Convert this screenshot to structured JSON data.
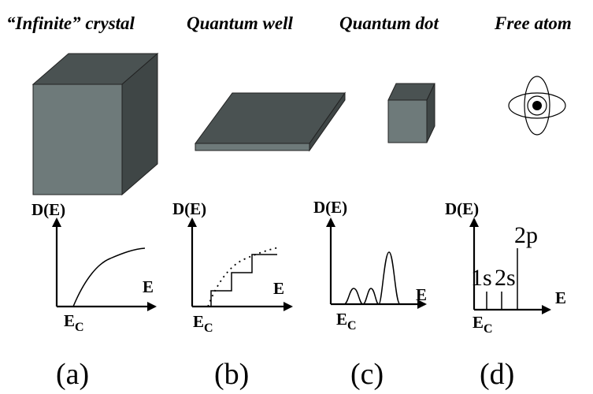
{
  "titles": {
    "crystal": "“Infinite” crystal",
    "well": "Quantum well",
    "dot": "Quantum dot",
    "atom": "Free atom"
  },
  "axes": {
    "y_label": "D(E)",
    "x_label": "E",
    "ec_main": "E",
    "ec_sub": "C"
  },
  "atom_levels": {
    "s1": "1s",
    "s2": "2s",
    "p2": "2p"
  },
  "panels": {
    "a": "(a)",
    "b": "(b)",
    "c": "(c)",
    "d": "(d)"
  },
  "colors": {
    "solid_front": "#6e7a7a",
    "solid_top": "#4a5252",
    "solid_side": "#3f4646",
    "line": "#000000"
  }
}
